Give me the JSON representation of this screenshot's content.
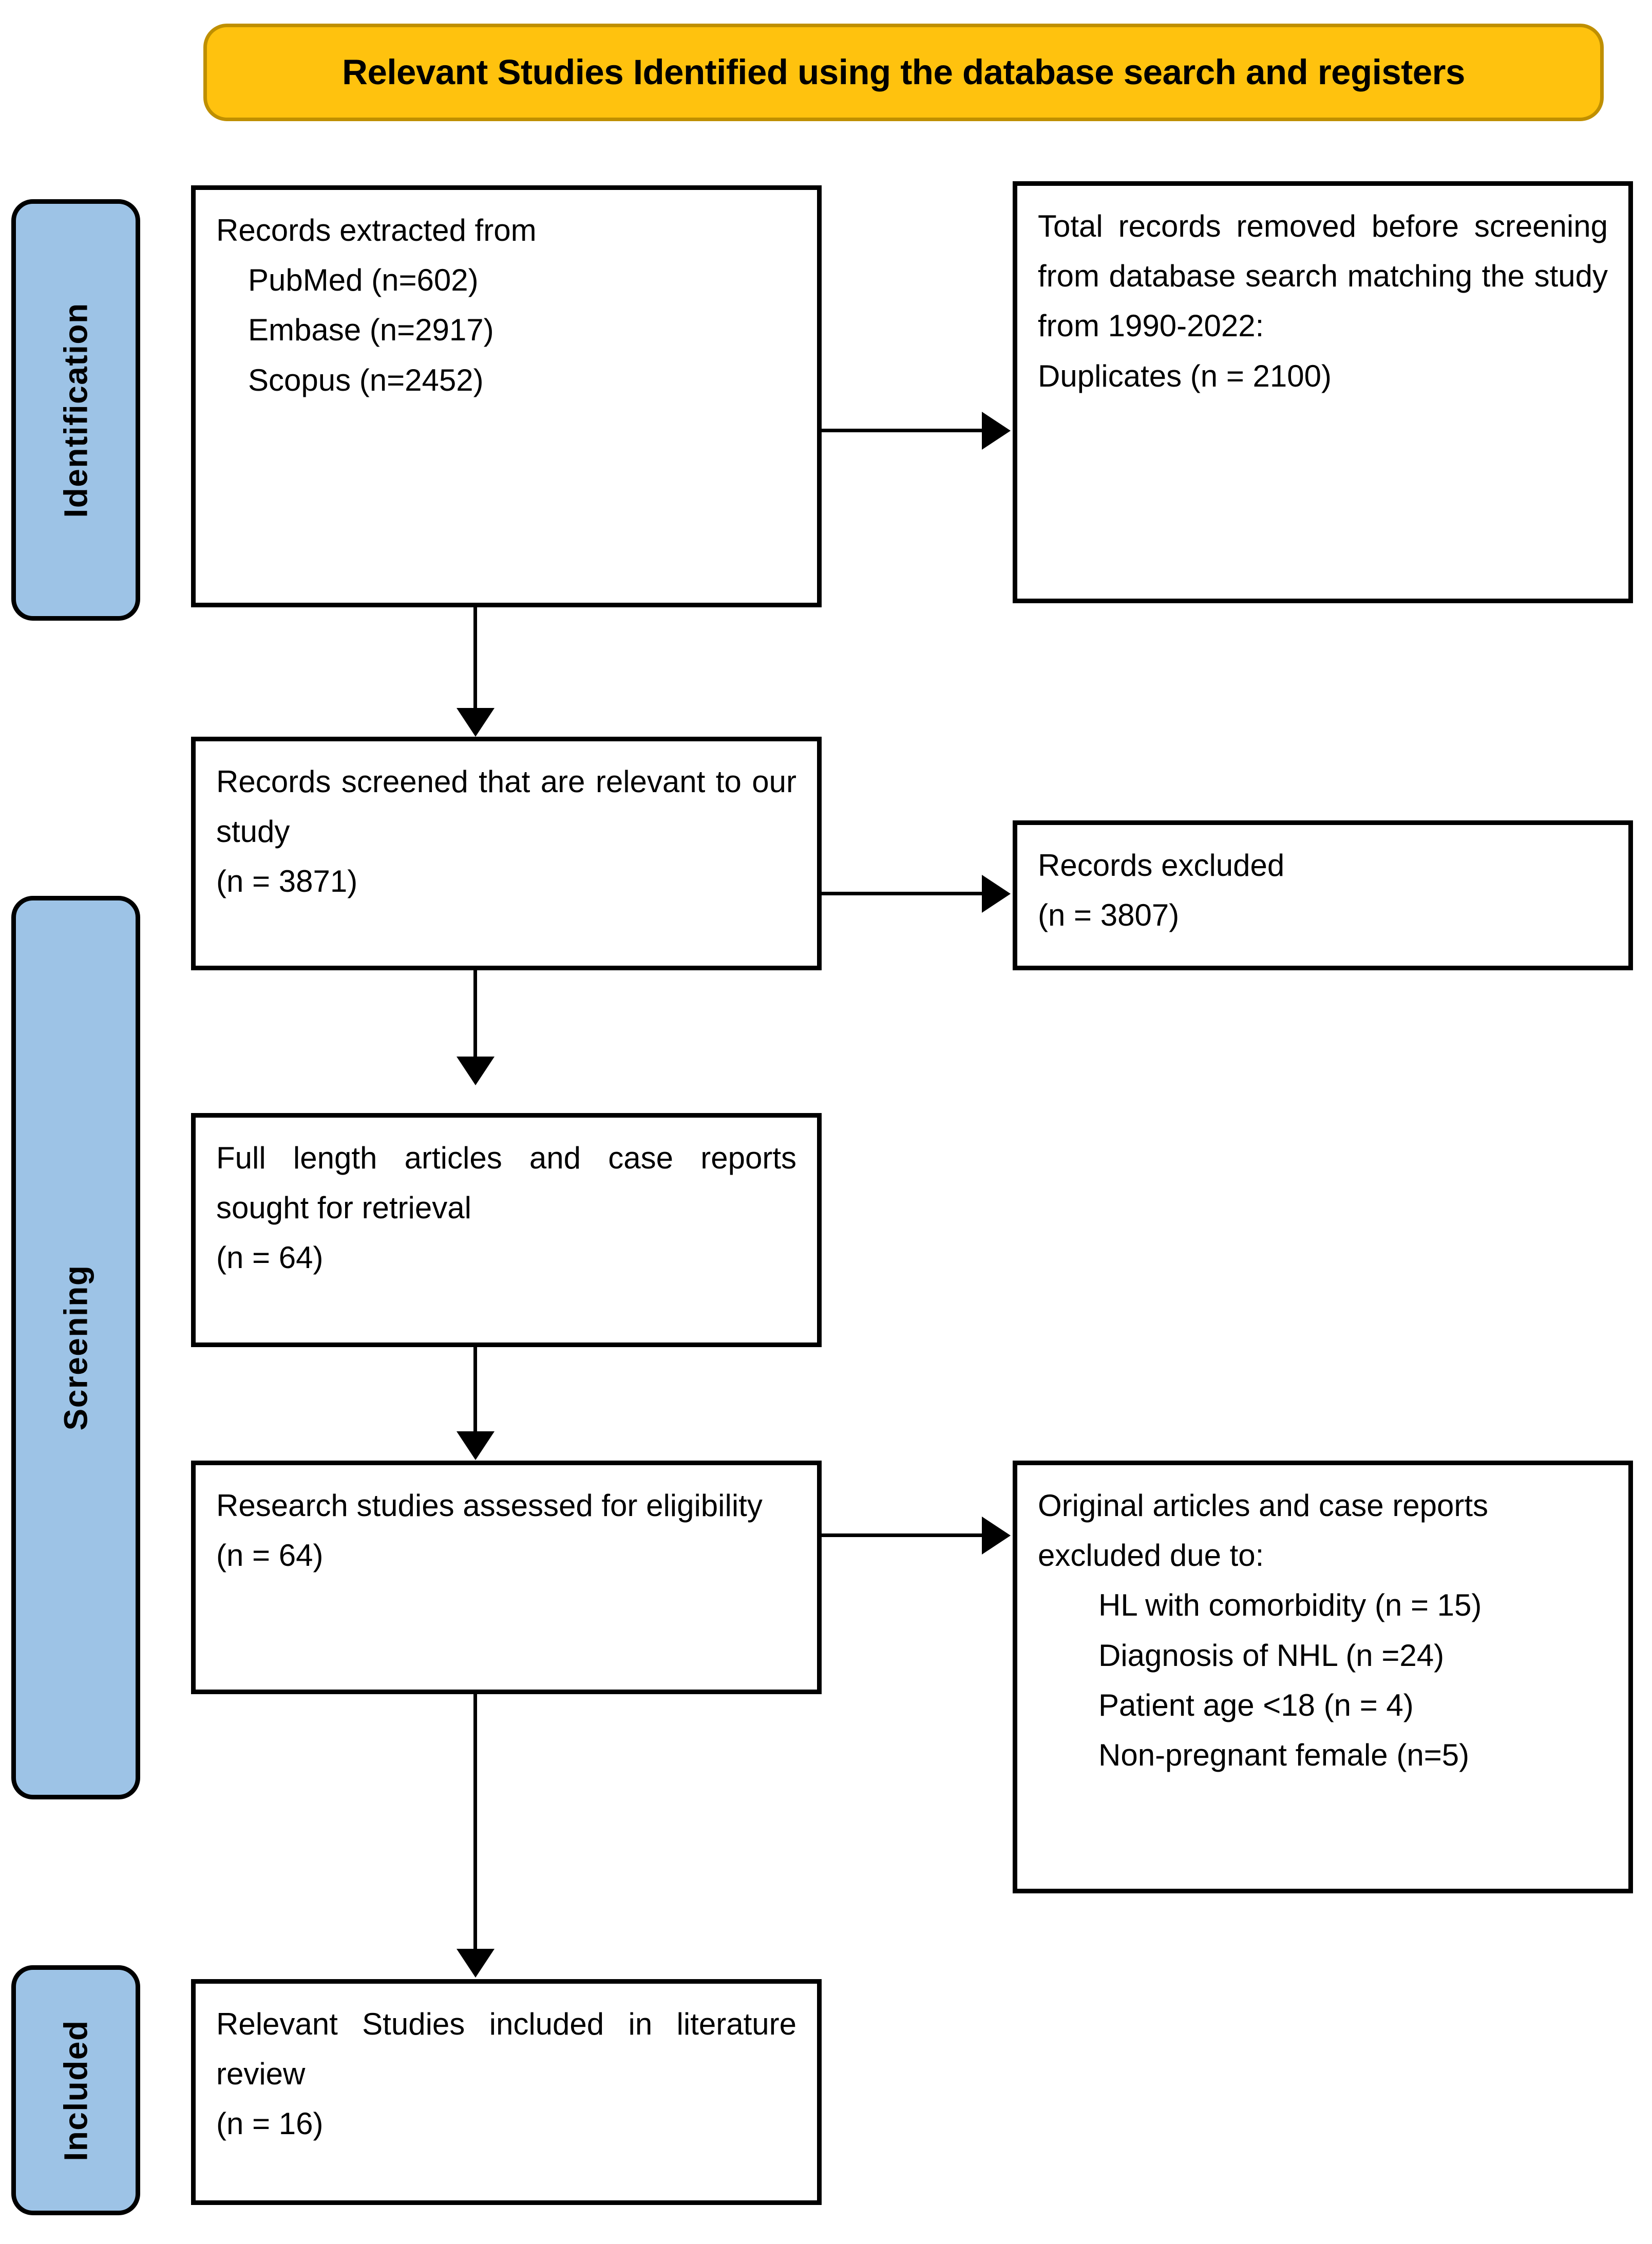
{
  "banner": {
    "title": "Relevant Studies Identified using the database search and registers",
    "fill_color": "#FFC20E",
    "border_color": "#BF8F00"
  },
  "stages": {
    "fill_color": "#9DC3E6",
    "items": [
      {
        "id": "identification",
        "label": "Identification"
      },
      {
        "id": "screening",
        "label": "Screening"
      },
      {
        "id": "included",
        "label": "Included"
      }
    ]
  },
  "boxes": {
    "records_extracted": {
      "heading": "Records extracted from",
      "sources": [
        "PubMed (n=602)",
        "Embase (n=2917)",
        "Scopus (n=2452)"
      ]
    },
    "records_removed": {
      "body": "Total records removed before screening from database search matching the study from 1990-2022:",
      "detail": "Duplicates (n = 2100)"
    },
    "records_screened": {
      "body": "Records screened that are relevant to our study",
      "count": "(n = 3871)"
    },
    "records_excluded": {
      "body": "Records excluded",
      "count": "(n = 3807)"
    },
    "fulltext_sought": {
      "body": "Full length articles and case reports sought for retrieval",
      "count": "(n = 64)"
    },
    "eligibility": {
      "body": "Research studies assessed for eligibility",
      "count": "(n = 64)"
    },
    "excluded_reasons": {
      "heading": "Original articles and case reports excluded due to:",
      "reasons": [
        "HL with comorbidity (n = 15)",
        "Diagnosis of NHL (n =24)",
        "Patient age <18 (n = 4)",
        "Non-pregnant female (n=5)"
      ]
    },
    "included_studies": {
      "body": "Relevant Studies included in literature review",
      "count": "(n = 16)"
    }
  },
  "connectors": [
    {
      "id": "extracted-to-removed",
      "type": "arrow-right"
    },
    {
      "id": "extracted-to-screened",
      "type": "arrow-down"
    },
    {
      "id": "screened-to-excluded",
      "type": "arrow-right"
    },
    {
      "id": "screened-to-fulltext",
      "type": "arrow-down"
    },
    {
      "id": "fulltext-to-eligibility",
      "type": "arrow-down"
    },
    {
      "id": "eligibility-to-reasons",
      "type": "arrow-right"
    },
    {
      "id": "eligibility-to-included",
      "type": "arrow-down"
    }
  ]
}
